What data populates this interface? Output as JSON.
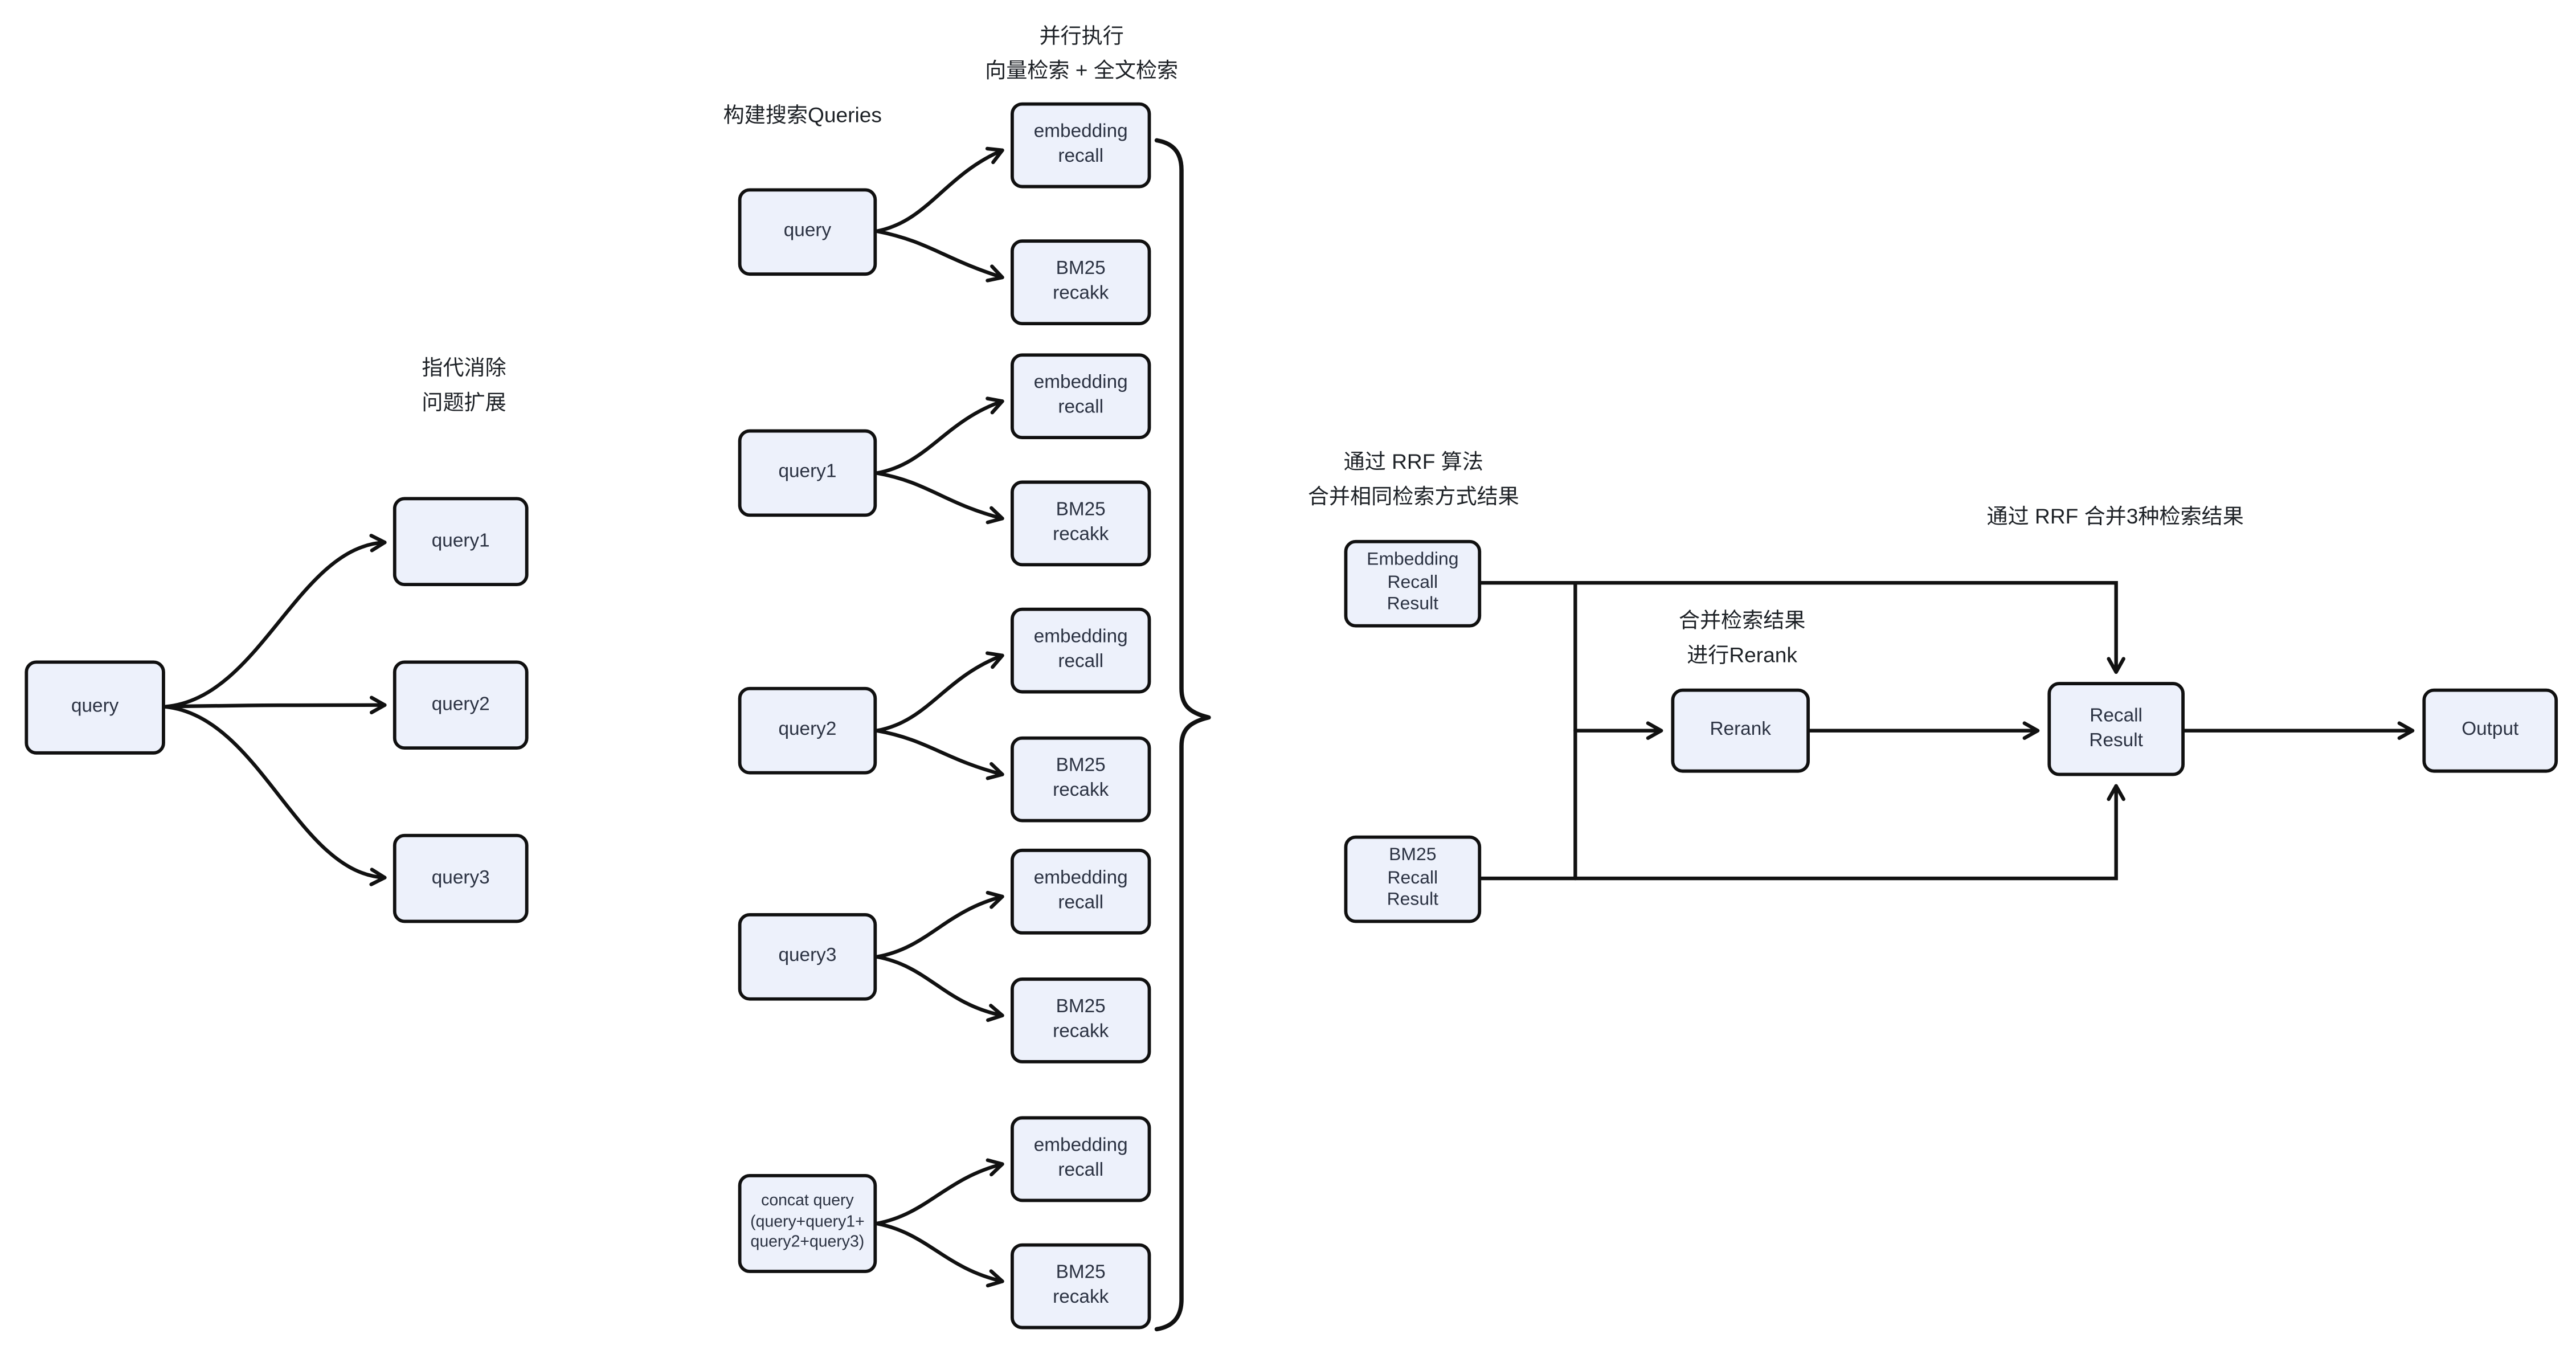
{
  "colors": {
    "background": "#ffffff",
    "node_fill": "#edf1fb",
    "node_border": "#101010",
    "node_text": "#2b3242",
    "annotation_text": "#1d2126",
    "arrow": "#111111"
  },
  "annotations": {
    "parallel_exec": "并行执行\n向量检索 + 全文检索",
    "build_queries": "构建搜索Queries",
    "coref_expand": "指代消除\n问题扩展",
    "rrf_merge_same": "通过 RRF 算法\n合并相同检索方式结果",
    "merge_rerank": "合并检索结果\n进行Rerank",
    "rrf_merge_three": "通过 RRF 合并3种检索结果"
  },
  "nodes": {
    "left_query": "query",
    "left_query1": "query1",
    "left_query2": "query2",
    "left_query3": "query3",
    "mid_query": "query",
    "mid_query1": "query1",
    "mid_query2": "query2",
    "mid_query3": "query3",
    "concat_query": "concat query\n(query+query1+\nquery2+query3)",
    "embedding_recall": "embedding\nrecall",
    "bm25_recall": "BM25\nrecakk",
    "embedding_result": "Embedding\nRecall\nResult",
    "bm25_result": "BM25\nRecall\nResult",
    "rerank": "Rerank",
    "recall_result": "Recall\nResult",
    "output": "Output"
  }
}
